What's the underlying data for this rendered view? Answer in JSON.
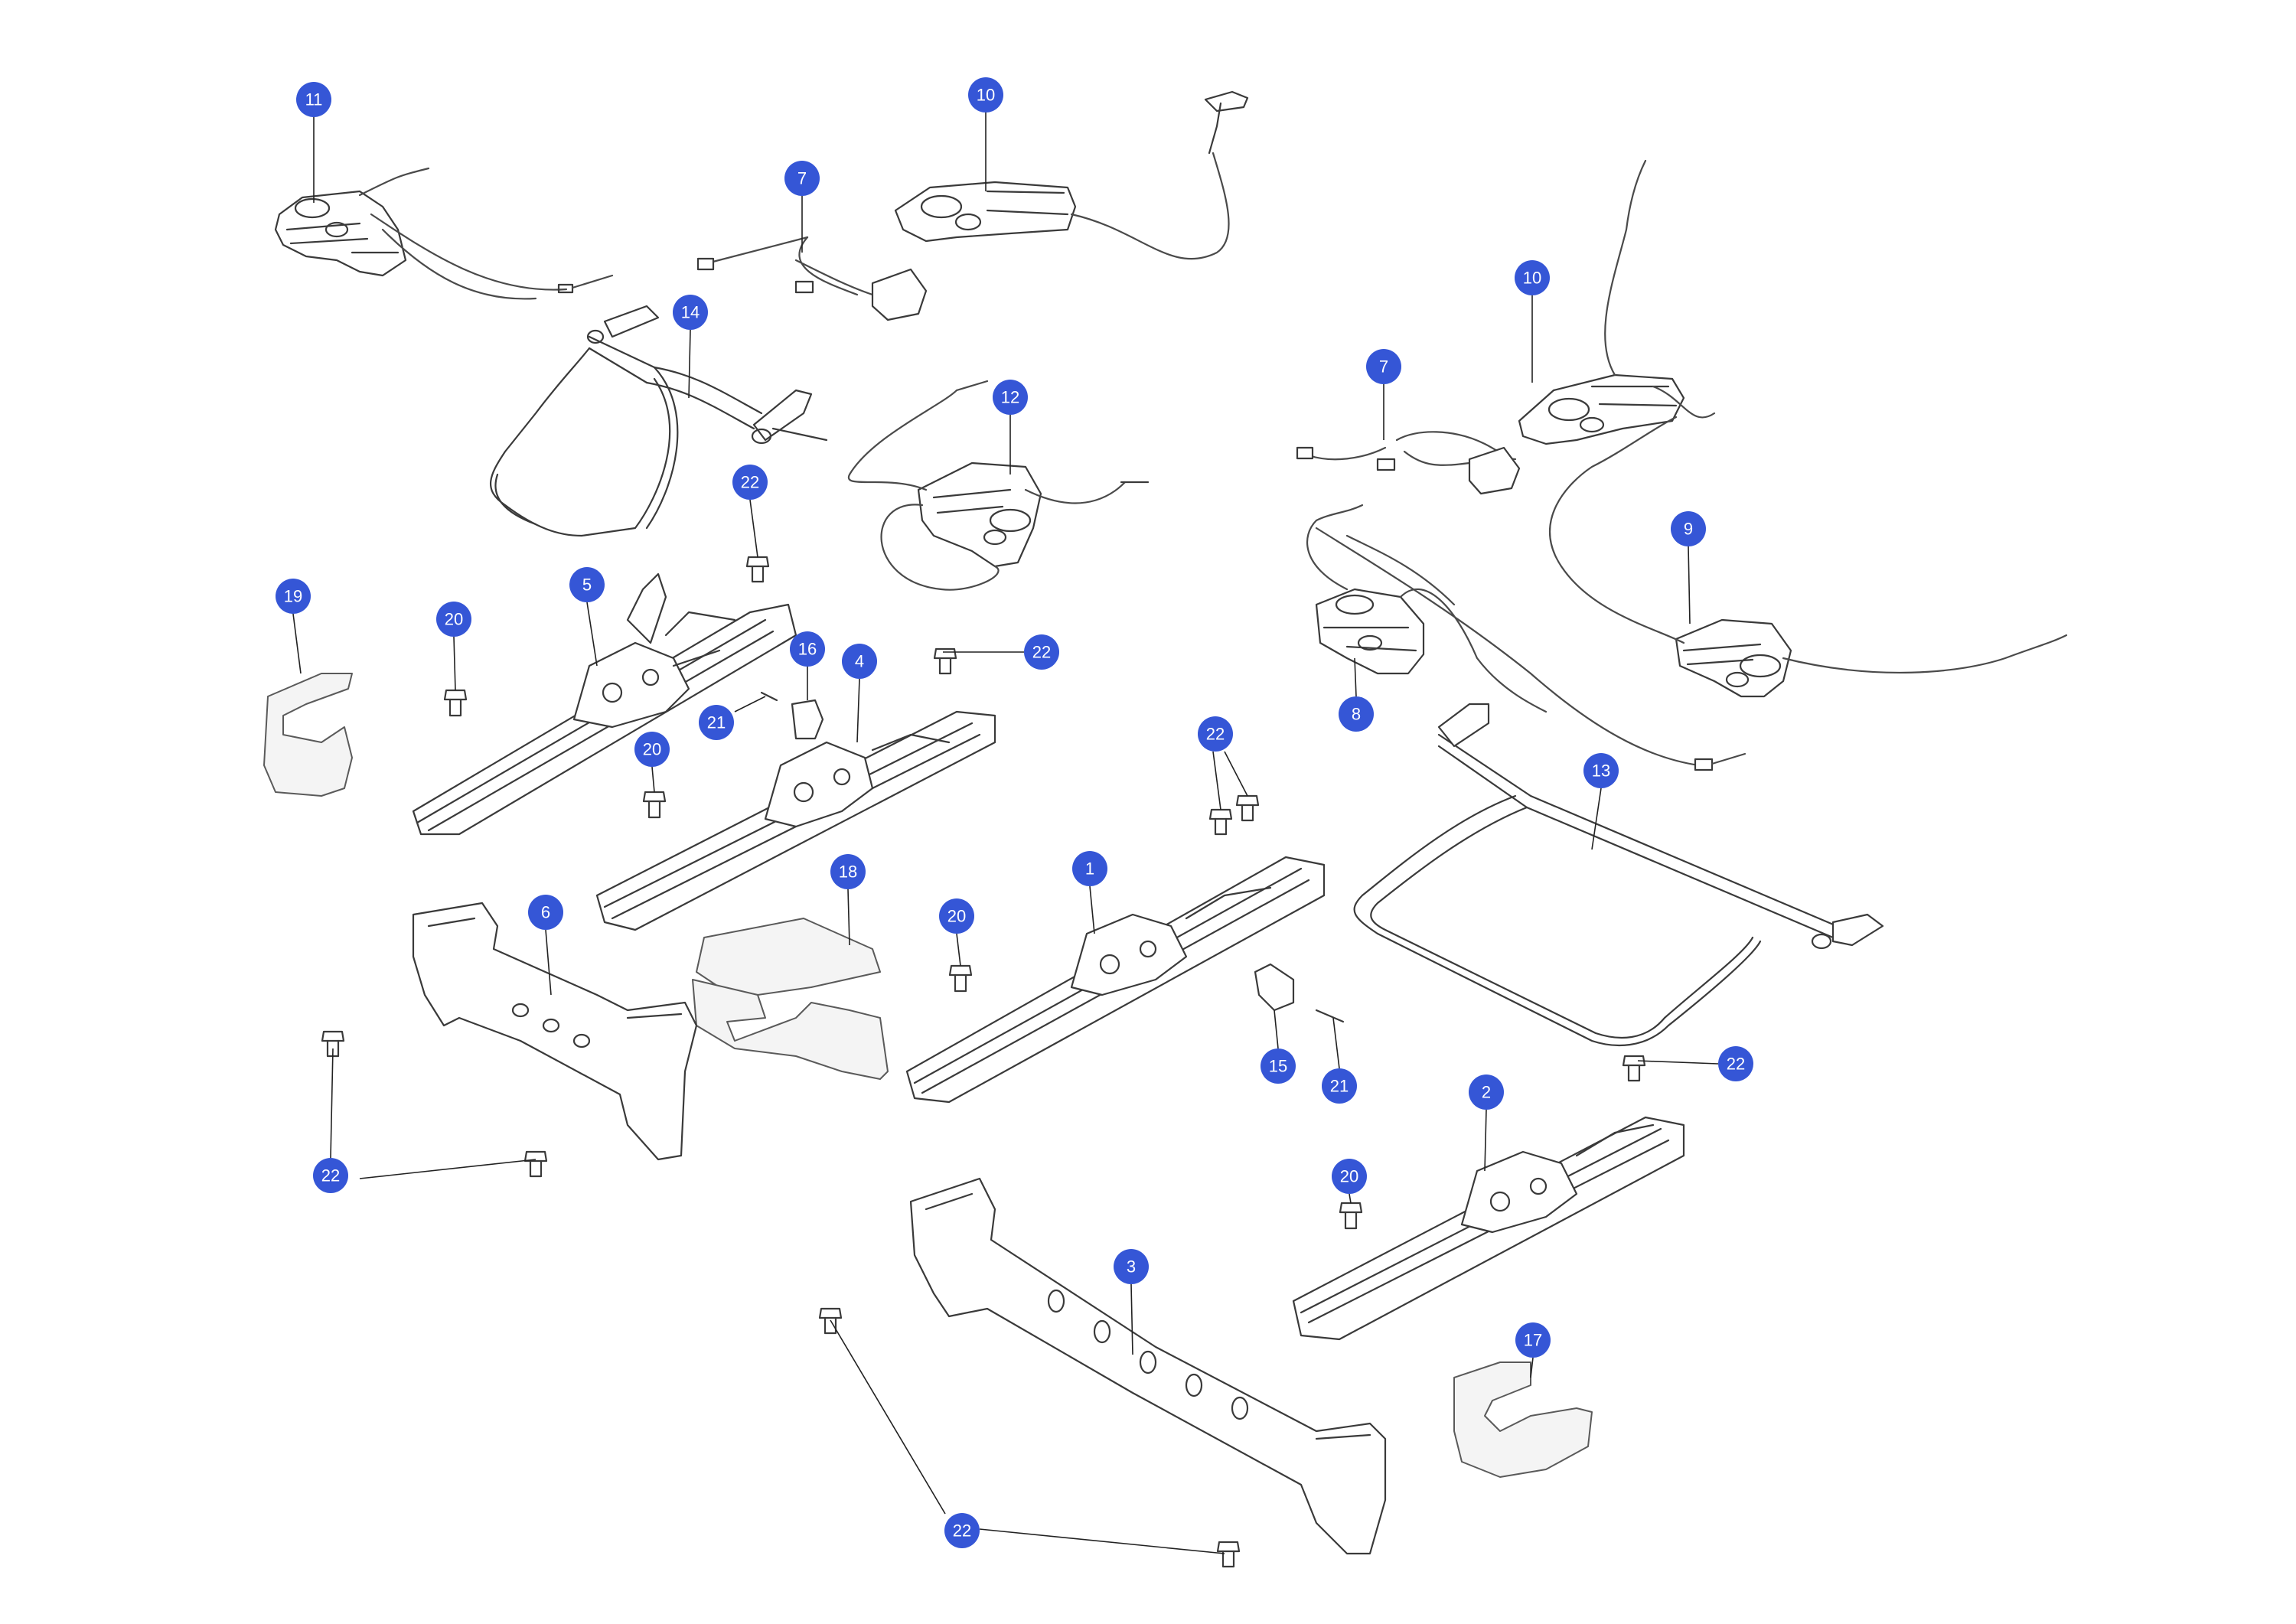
{
  "colors": {
    "callout": "#3556d6",
    "line": "#3a3a3a",
    "background": "#ffffff"
  },
  "callouts": [
    {
      "id": "c11",
      "label": "11"
    },
    {
      "id": "c10a",
      "label": "10"
    },
    {
      "id": "c7a",
      "label": "7"
    },
    {
      "id": "c14",
      "label": "14"
    },
    {
      "id": "c12",
      "label": "12"
    },
    {
      "id": "c22a",
      "label": "22"
    },
    {
      "id": "c10b",
      "label": "10"
    },
    {
      "id": "c7b",
      "label": "7"
    },
    {
      "id": "c9",
      "label": "9"
    },
    {
      "id": "c19",
      "label": "19"
    },
    {
      "id": "c20a",
      "label": "20"
    },
    {
      "id": "c5",
      "label": "5"
    },
    {
      "id": "c16",
      "label": "16"
    },
    {
      "id": "c4",
      "label": "4"
    },
    {
      "id": "c22b",
      "label": "22"
    },
    {
      "id": "c21a",
      "label": "21"
    },
    {
      "id": "c20b",
      "label": "20"
    },
    {
      "id": "c8",
      "label": "8"
    },
    {
      "id": "c22c",
      "label": "22"
    },
    {
      "id": "c13",
      "label": "13"
    },
    {
      "id": "c18",
      "label": "18"
    },
    {
      "id": "c1",
      "label": "1"
    },
    {
      "id": "c6",
      "label": "6"
    },
    {
      "id": "c20c",
      "label": "20"
    },
    {
      "id": "c15",
      "label": "15"
    },
    {
      "id": "c21b",
      "label": "21"
    },
    {
      "id": "c22d",
      "label": "22"
    },
    {
      "id": "c2",
      "label": "2"
    },
    {
      "id": "c20d",
      "label": "20"
    },
    {
      "id": "c22e",
      "label": "22"
    },
    {
      "id": "c3",
      "label": "3"
    },
    {
      "id": "c17",
      "label": "17"
    },
    {
      "id": "c22f",
      "label": "22"
    }
  ]
}
